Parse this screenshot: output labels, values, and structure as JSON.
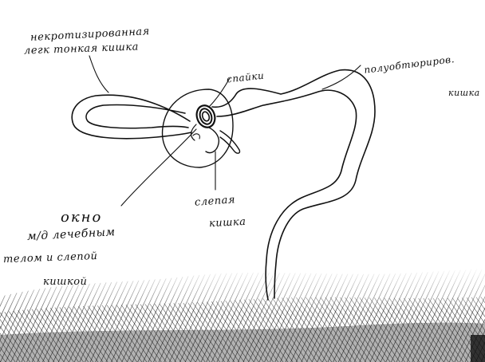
{
  "labels": {
    "necrotic_line1": "некротизированная",
    "necrotic_line2": "легк тонкая кишка",
    "adhesion": "спайки",
    "duct_line1": "полуобтюриров.",
    "duct_line2": "кишка",
    "blind_line1": "слепая",
    "blind_line2": "кишка",
    "window_line1": "окно",
    "window_line2": "м/д лечебным",
    "window_line3": "телом и слепой",
    "window_line4": "кишкой"
  }
}
